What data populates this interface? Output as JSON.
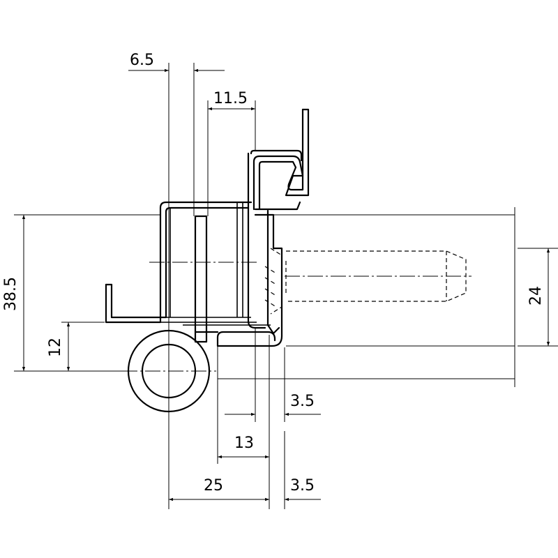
{
  "dimensions": {
    "top_offset": "6.5",
    "leaf_offset": "11.5",
    "height_overall": "38.5",
    "height_lower": "12",
    "frame_depth": "24",
    "gap_upper": "3.5",
    "width_middle": "13",
    "width_overall": "25",
    "gap_lower": "3.5"
  }
}
